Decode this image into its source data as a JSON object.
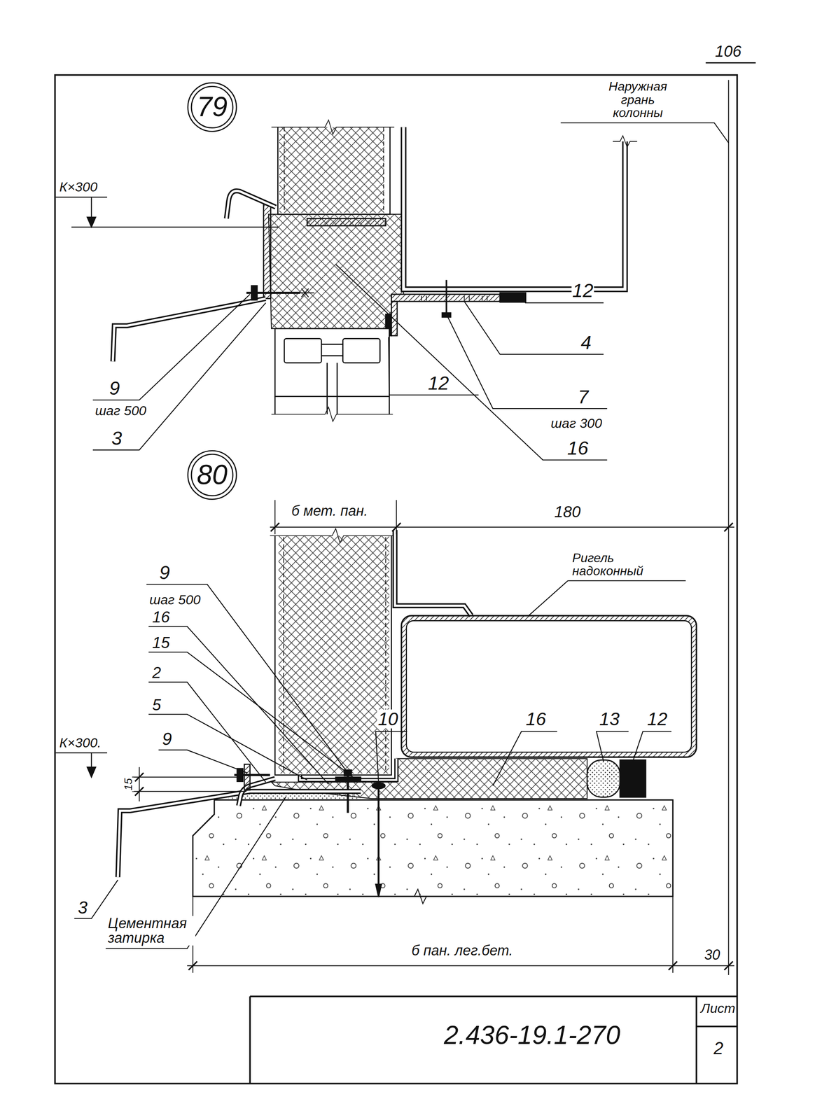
{
  "diagram": {
    "labels": [
      "106",
      "Наружная грань колонны",
      "79",
      "К×300",
      "12",
      "4",
      "7",
      "шаг 300",
      "16",
      "12",
      "9",
      "шаг 500",
      "3",
      "80",
      "б мет. пан.",
      "180",
      "Ригель надоконный",
      "9",
      "шаг 500",
      "16",
      "15",
      "2",
      "5",
      "К×300.",
      "9",
      "10",
      "16",
      "13",
      "12",
      "15",
      "3",
      "Цементная затирка",
      "б пан. лег.бет.",
      "30",
      "2.436-19.1-270",
      "Лист",
      "2"
    ]
  }
}
